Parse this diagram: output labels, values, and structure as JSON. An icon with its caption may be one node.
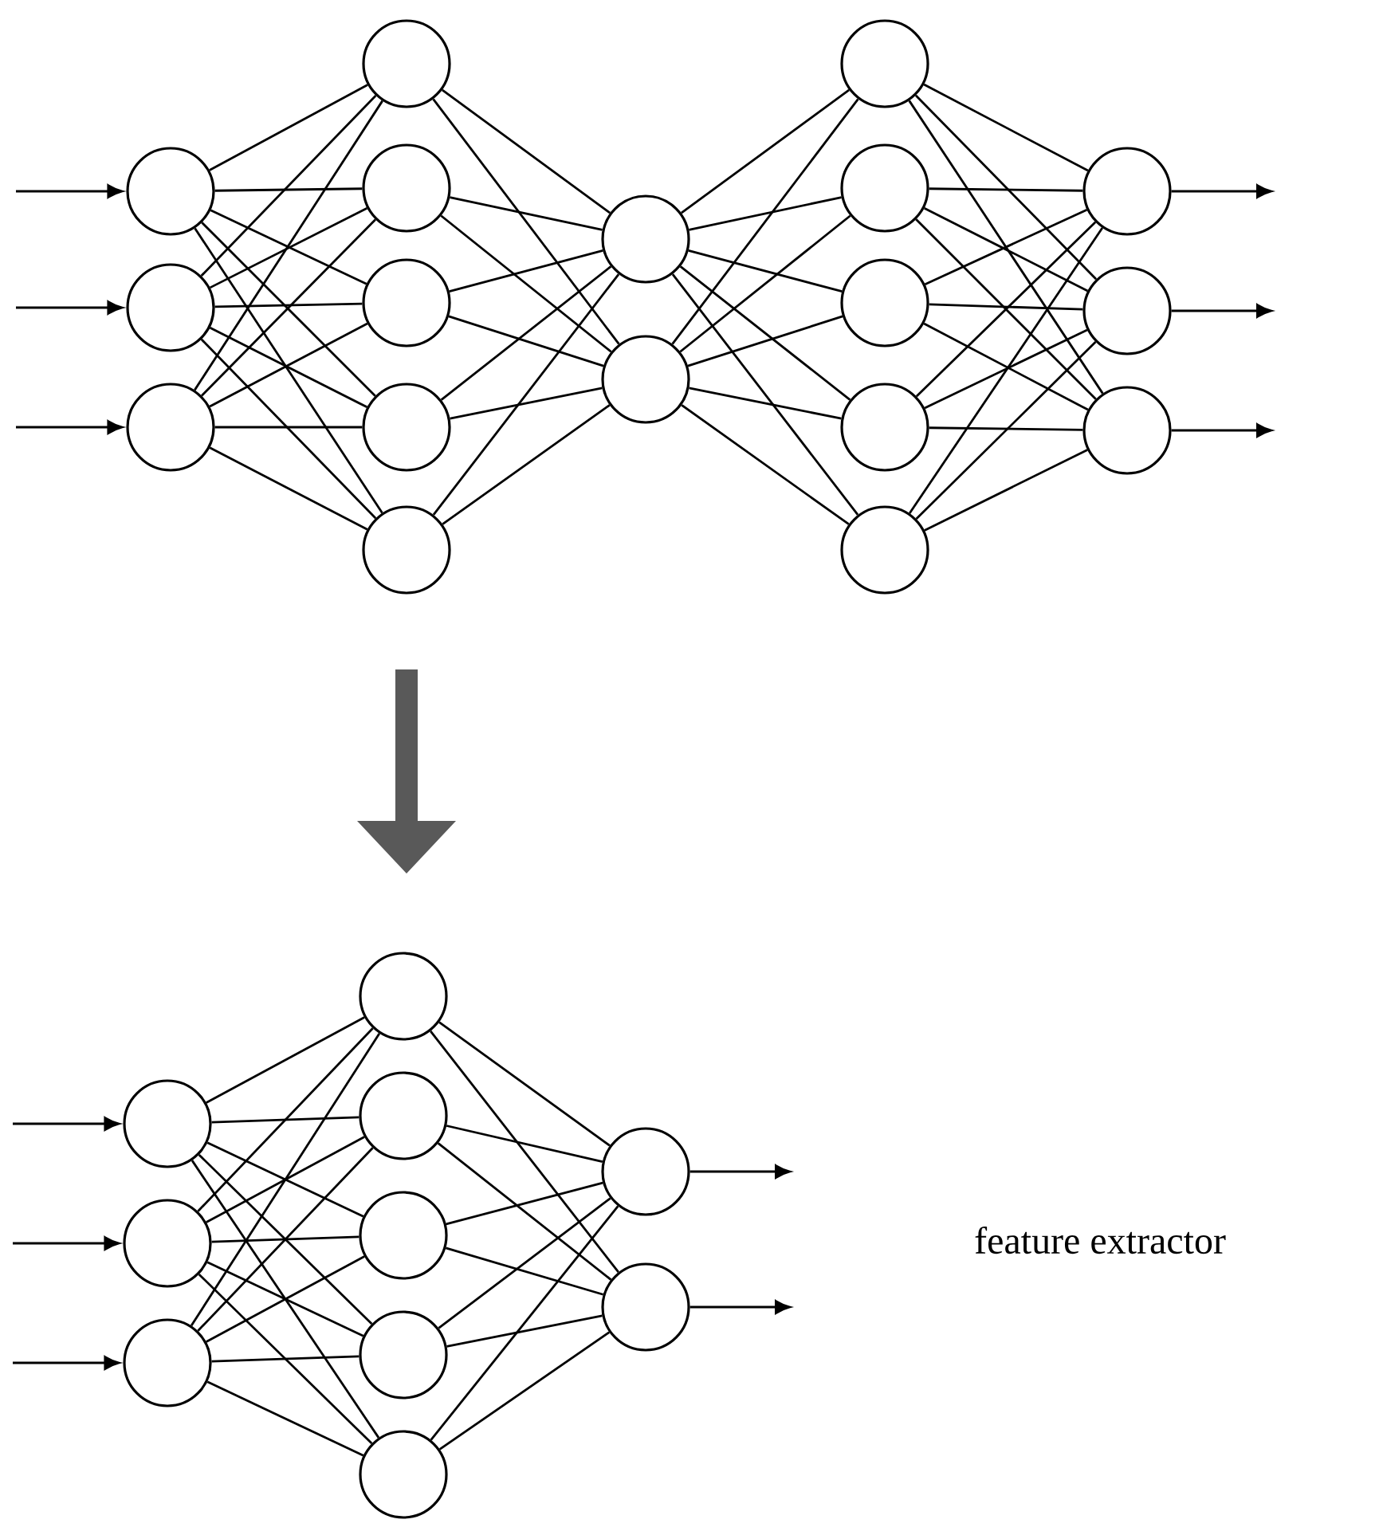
{
  "diagram": {
    "nodes": [
      {
        "text": [],
        "shape": "circle"
      },
      {
        "text": [],
        "shape": "circle"
      },
      {
        "text": [],
        "shape": "circle"
      },
      {
        "text": [],
        "shape": "circle"
      },
      {
        "text": [],
        "shape": "circle"
      },
      {
        "text": [],
        "shape": "circle"
      },
      {
        "text": [],
        "shape": "circle"
      },
      {
        "text": [],
        "shape": "circle"
      },
      {
        "text": [],
        "shape": "circle"
      },
      {
        "text": [],
        "shape": "circle"
      },
      {
        "text": [],
        "shape": "circle"
      },
      {
        "text": [],
        "shape": "circle"
      },
      {
        "text": [],
        "shape": "circle"
      },
      {
        "text": [],
        "shape": "circle"
      },
      {
        "text": [],
        "shape": "circle"
      },
      {
        "text": [],
        "shape": "circle"
      },
      {
        "text": [],
        "shape": "circle"
      },
      {
        "text": [],
        "shape": "circle"
      },
      {
        "text": [],
        "shape": "circle"
      },
      {
        "text": [],
        "shape": "circle"
      },
      {
        "text": [],
        "shape": "circle"
      },
      {
        "text": [],
        "shape": "circle"
      },
      {
        "text": [],
        "shape": "circle"
      },
      {
        "text": [],
        "shape": "circle"
      },
      {
        "text": [],
        "shape": "circle"
      },
      {
        "text": [],
        "shape": "circle"
      },
      {
        "text": [],
        "shape": "circle"
      },
      {
        "text": [],
        "shape": "circle"
      }
    ],
    "edges": [
      {
        "from": null,
        "to": 0,
        "arrow": "to"
      },
      {
        "from": null,
        "to": 1,
        "arrow": "to"
      },
      {
        "from": null,
        "to": 2,
        "arrow": "to"
      },
      {
        "from": 0,
        "to": 3,
        "arrow": "none"
      },
      {
        "from": 0,
        "to": 4,
        "arrow": "none"
      },
      {
        "from": 0,
        "to": 5,
        "arrow": "none"
      },
      {
        "from": 0,
        "to": 6,
        "arrow": "none"
      },
      {
        "from": 0,
        "to": 7,
        "arrow": "none"
      },
      {
        "from": 1,
        "to": 3,
        "arrow": "none"
      },
      {
        "from": 1,
        "to": 4,
        "arrow": "none"
      },
      {
        "from": 1,
        "to": 5,
        "arrow": "none"
      },
      {
        "from": 1,
        "to": 6,
        "arrow": "none"
      },
      {
        "from": 1,
        "to": 7,
        "arrow": "none"
      },
      {
        "from": 2,
        "to": 3,
        "arrow": "none"
      },
      {
        "from": 2,
        "to": 4,
        "arrow": "none"
      },
      {
        "from": 2,
        "to": 5,
        "arrow": "none"
      },
      {
        "from": 2,
        "to": 6,
        "arrow": "none"
      },
      {
        "from": 2,
        "to": 7,
        "arrow": "none"
      },
      {
        "from": 3,
        "to": 8,
        "arrow": "none"
      },
      {
        "from": 3,
        "to": 9,
        "arrow": "none"
      },
      {
        "from": 4,
        "to": 8,
        "arrow": "none"
      },
      {
        "from": 4,
        "to": 9,
        "arrow": "none"
      },
      {
        "from": 5,
        "to": 8,
        "arrow": "none"
      },
      {
        "from": 5,
        "to": 9,
        "arrow": "none"
      },
      {
        "from": 6,
        "to": 8,
        "arrow": "none"
      },
      {
        "from": 6,
        "to": 9,
        "arrow": "none"
      },
      {
        "from": 7,
        "to": 8,
        "arrow": "none"
      },
      {
        "from": 7,
        "to": 9,
        "arrow": "none"
      },
      {
        "from": 8,
        "to": 10,
        "arrow": "none"
      },
      {
        "from": 8,
        "to": 11,
        "arrow": "none"
      },
      {
        "from": 8,
        "to": 12,
        "arrow": "none"
      },
      {
        "from": 8,
        "to": 13,
        "arrow": "none"
      },
      {
        "from": 8,
        "to": 14,
        "arrow": "none"
      },
      {
        "from": 9,
        "to": 10,
        "arrow": "none"
      },
      {
        "from": 9,
        "to": 11,
        "arrow": "none"
      },
      {
        "from": 9,
        "to": 12,
        "arrow": "none"
      },
      {
        "from": 9,
        "to": 13,
        "arrow": "none"
      },
      {
        "from": 9,
        "to": 14,
        "arrow": "none"
      },
      {
        "from": 10,
        "to": 15,
        "arrow": "none"
      },
      {
        "from": 10,
        "to": 16,
        "arrow": "none"
      },
      {
        "from": 10,
        "to": 17,
        "arrow": "none"
      },
      {
        "from": 11,
        "to": 15,
        "arrow": "none"
      },
      {
        "from": 11,
        "to": 16,
        "arrow": "none"
      },
      {
        "from": 11,
        "to": 17,
        "arrow": "none"
      },
      {
        "from": 12,
        "to": 15,
        "arrow": "none"
      },
      {
        "from": 12,
        "to": 16,
        "arrow": "none"
      },
      {
        "from": 12,
        "to": 17,
        "arrow": "none"
      },
      {
        "from": 13,
        "to": 15,
        "arrow": "none"
      },
      {
        "from": 13,
        "to": 16,
        "arrow": "none"
      },
      {
        "from": 13,
        "to": 17,
        "arrow": "none"
      },
      {
        "from": 14,
        "to": 15,
        "arrow": "none"
      },
      {
        "from": 14,
        "to": 16,
        "arrow": "none"
      },
      {
        "from": 14,
        "to": 17,
        "arrow": "none"
      },
      {
        "from": 15,
        "to": null,
        "arrow": "to"
      },
      {
        "from": 16,
        "to": null,
        "arrow": "to"
      },
      {
        "from": 17,
        "to": null,
        "arrow": "to"
      },
      {
        "from": null,
        "to": 18,
        "arrow": "to"
      },
      {
        "from": null,
        "to": 19,
        "arrow": "to"
      },
      {
        "from": null,
        "to": 20,
        "arrow": "to"
      },
      {
        "from": 18,
        "to": 21,
        "arrow": "none"
      },
      {
        "from": 18,
        "to": 22,
        "arrow": "none"
      },
      {
        "from": 18,
        "to": 23,
        "arrow": "none"
      },
      {
        "from": 18,
        "to": 24,
        "arrow": "none"
      },
      {
        "from": 18,
        "to": 25,
        "arrow": "none"
      },
      {
        "from": 19,
        "to": 21,
        "arrow": "none"
      },
      {
        "from": 19,
        "to": 22,
        "arrow": "none"
      },
      {
        "from": 19,
        "to": 23,
        "arrow": "none"
      },
      {
        "from": 19,
        "to": 24,
        "arrow": "none"
      },
      {
        "from": 19,
        "to": 25,
        "arrow": "none"
      },
      {
        "from": 20,
        "to": 21,
        "arrow": "none"
      },
      {
        "from": 20,
        "to": 22,
        "arrow": "none"
      },
      {
        "from": 20,
        "to": 23,
        "arrow": "none"
      },
      {
        "from": 20,
        "to": 24,
        "arrow": "none"
      },
      {
        "from": 20,
        "to": 25,
        "arrow": "none"
      },
      {
        "from": 21,
        "to": 26,
        "arrow": "none"
      },
      {
        "from": 21,
        "to": 27,
        "arrow": "none"
      },
      {
        "from": 22,
        "to": 26,
        "arrow": "none"
      },
      {
        "from": 22,
        "to": 27,
        "arrow": "none"
      },
      {
        "from": 23,
        "to": 26,
        "arrow": "none"
      },
      {
        "from": 23,
        "to": 27,
        "arrow": "none"
      },
      {
        "from": 24,
        "to": 26,
        "arrow": "none"
      },
      {
        "from": 24,
        "to": 27,
        "arrow": "none"
      },
      {
        "from": 25,
        "to": 26,
        "arrow": "none"
      },
      {
        "from": 25,
        "to": 27,
        "arrow": "none"
      },
      {
        "from": 26,
        "to": null,
        "arrow": "to"
      },
      {
        "from": 27,
        "to": null,
        "arrow": "to"
      }
    ],
    "labels": [
      "feature extractor"
    ]
  }
}
